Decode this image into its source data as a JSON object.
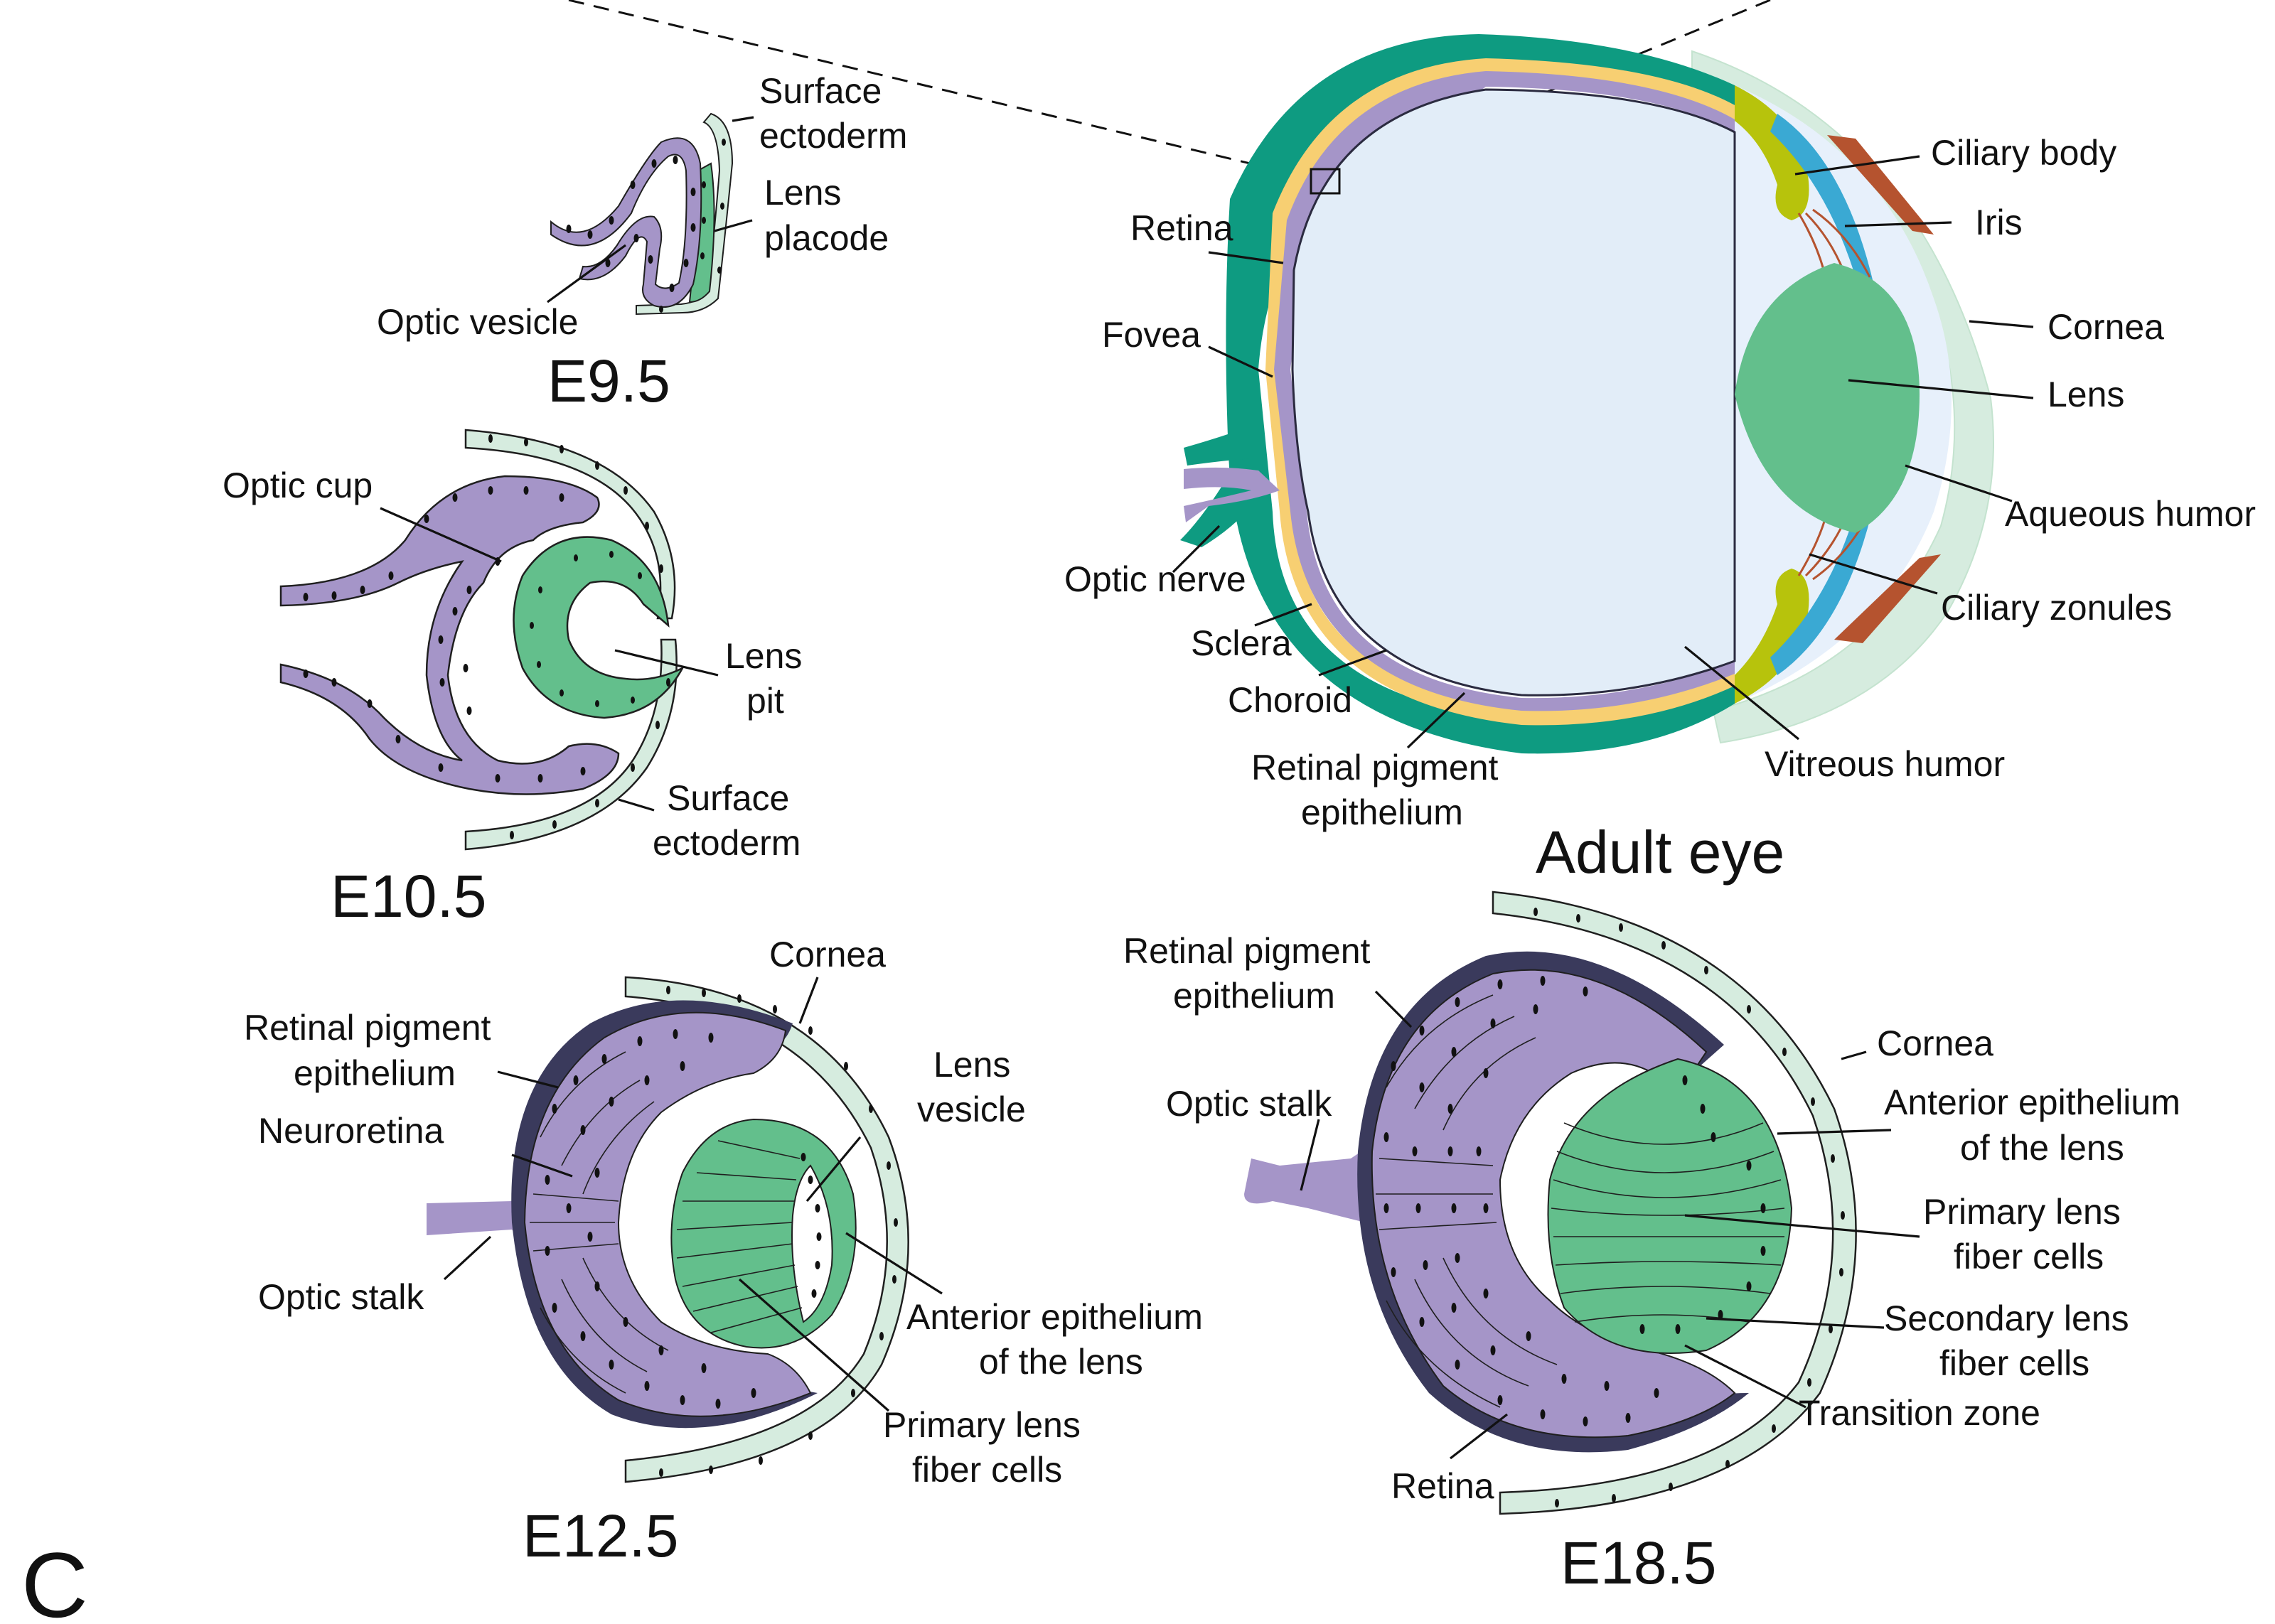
{
  "panel_letter": "C",
  "colors": {
    "neural_purple": "#a595c8",
    "rpe_dark": "#3a3a5c",
    "lens_green": "#63bf8c",
    "ectoderm_pale": "#d6ecdf",
    "sclera_teal": "#0e9b81",
    "choroid_yellow": "#f7cf72",
    "vitreous_blue": "#e2edf8",
    "ciliary_olive": "#b7c30c",
    "iris_blue": "#3aa9d3",
    "zonule_brown": "#b5532f"
  },
  "stages": {
    "e95": {
      "title": "E9.5",
      "labels": {
        "surface_ectoderm": [
          "Surface",
          "ectoderm"
        ],
        "lens_placode": [
          "Lens",
          "placode"
        ],
        "optic_vesicle": "Optic vesicle"
      }
    },
    "e105": {
      "title": "E10.5",
      "labels": {
        "optic_cup": "Optic cup",
        "lens_pit": [
          "Lens",
          "pit"
        ],
        "surface_ectoderm": [
          "Surface",
          "ectoderm"
        ]
      }
    },
    "e125": {
      "title": "E12.5",
      "labels": {
        "cornea": "Cornea",
        "rpe": [
          "Retinal pigment",
          "epithelium"
        ],
        "neuroretina": "Neuroretina",
        "optic_stalk": "Optic stalk",
        "lens_vesicle": [
          "Lens",
          "vesicle"
        ],
        "anterior_epithelium": [
          "Anterior epithelium",
          "of the lens"
        ],
        "primary_fibers": [
          "Primary lens",
          "fiber cells"
        ]
      }
    },
    "e185": {
      "title": "E18.5",
      "labels": {
        "rpe": [
          "Retinal pigment",
          "epithelium"
        ],
        "optic_stalk": "Optic stalk",
        "cornea": "Cornea",
        "anterior_epithelium": [
          "Anterior epithelium",
          "of the lens"
        ],
        "primary_fibers": [
          "Primary lens",
          "fiber cells"
        ],
        "secondary_fibers": [
          "Secondary lens",
          "fiber cells"
        ],
        "transition_zone": "Transition zone",
        "retina": "Retina"
      }
    },
    "adult": {
      "title": "Adult eye",
      "labels": {
        "retina": "Retina",
        "fovea": "Fovea",
        "optic_nerve": "Optic nerve",
        "sclera": "Sclera",
        "choroid": "Choroid",
        "rpe": [
          "Retinal pigment",
          "epithelium"
        ],
        "vitreous": "Vitreous humor",
        "ciliary_body": "Ciliary body",
        "iris": "Iris",
        "cornea": "Cornea",
        "lens": "Lens",
        "aqueous": "Aqueous humor",
        "ciliary_zonules": "Ciliary zonules"
      }
    }
  }
}
